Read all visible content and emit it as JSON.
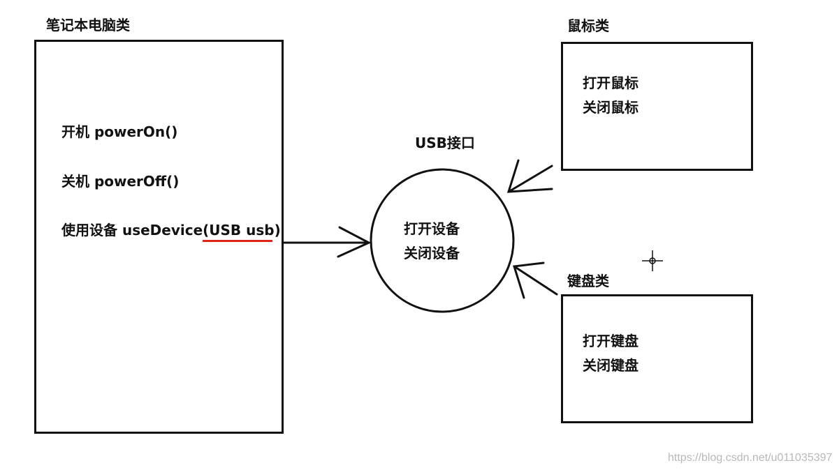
{
  "laptop": {
    "title": "笔记本电脑类",
    "items": [
      "开机 powerOn()",
      "关机 powerOff()",
      "使用设备 useDevice(USB usb)"
    ]
  },
  "usb": {
    "title": "USB接口",
    "items": [
      "打开设备",
      "关闭设备"
    ]
  },
  "mouse": {
    "title": "鼠标类",
    "items": [
      "打开鼠标",
      "关闭鼠标"
    ]
  },
  "keyboard": {
    "title": "键盘类",
    "items": [
      "打开键盘",
      "关闭键盘"
    ]
  },
  "watermark": "https://blog.csdn.net/u011035397",
  "colors": {
    "stroke": "#111111",
    "underline": "#e0241b",
    "watermark": "#b8b8b8"
  }
}
